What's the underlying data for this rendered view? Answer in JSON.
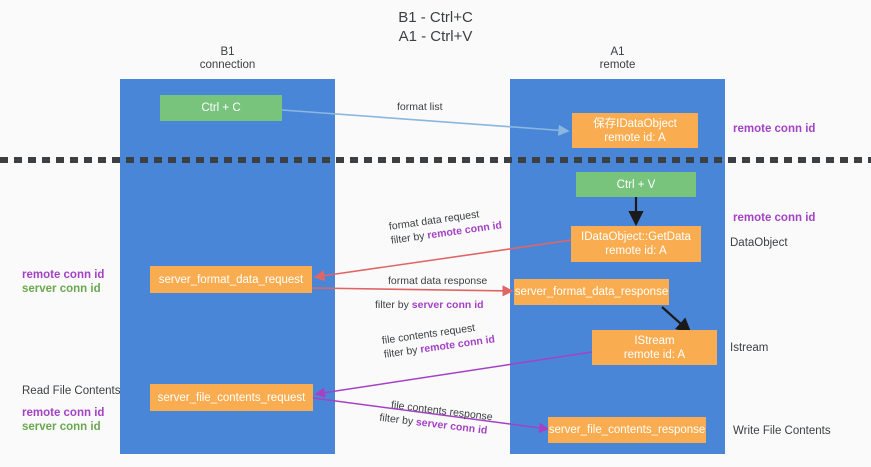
{
  "title": "B1 - Ctrl+C\nA1 - Ctrl+V",
  "columns": {
    "left": {
      "name": "B1",
      "role": "connection",
      "label": "B1\nconnection"
    },
    "right": {
      "name": "A1",
      "role": "remote",
      "label": "A1\nremote"
    }
  },
  "colors": {
    "lane": "#4a86d8",
    "node_green": "#78c47d",
    "node_orange": "#f9ad50",
    "accent_purple": "#a442c6",
    "accent_green": "#6aa84f",
    "arrow_lightblue": "#8ab6e0",
    "arrow_red": "#e06666",
    "arrow_purple": "#a442c6",
    "arrow_black": "#1a1a1a",
    "divider": "#3c4043"
  },
  "nodes": [
    {
      "id": "ctrl-c",
      "label": "Ctrl + C",
      "kind": "green"
    },
    {
      "id": "save-idataobject",
      "label": "保存IDataObject\nremote id: A",
      "kind": "orange"
    },
    {
      "id": "ctrl-v",
      "label": "Ctrl + V",
      "kind": "green"
    },
    {
      "id": "idataobject-getdata",
      "label": "IDataObject::GetData\nremote id: A",
      "kind": "orange"
    },
    {
      "id": "server-format-data-request",
      "label": "server_format_data_request",
      "kind": "orange"
    },
    {
      "id": "server-format-data-response",
      "label": "server_format_data_response",
      "kind": "orange"
    },
    {
      "id": "istream",
      "label": "IStream\nremote id: A",
      "kind": "orange"
    },
    {
      "id": "server-file-contents-request",
      "label": "server_file_contents_request",
      "kind": "orange"
    },
    {
      "id": "server-file-contents-response",
      "label": "server_file_contents_response",
      "kind": "orange"
    }
  ],
  "edge_labels": {
    "format_list": "format list",
    "format_data_request": "format data request",
    "format_data_request_filter_prefix": "filter by ",
    "format_data_request_filter_key": "remote conn id",
    "format_data_response": "format data response",
    "format_data_response_filter_prefix": "filter by ",
    "format_data_response_filter_key": "server conn id",
    "file_contents_request": "file contents request",
    "file_contents_request_filter_prefix": "filter by ",
    "file_contents_request_filter_key": "remote conn id",
    "file_contents_response": "file contents response",
    "file_contents_response_filter_prefix": "filter by ",
    "file_contents_response_filter_key": "server conn id"
  },
  "right_annotations": [
    {
      "id": "remote-conn-id-top",
      "text": "remote conn id",
      "style": "purple-bold"
    },
    {
      "id": "remote-conn-id-mid",
      "text": "remote conn id",
      "style": "purple-bold"
    },
    {
      "id": "dataobject",
      "text": "DataObject",
      "style": "plain"
    },
    {
      "id": "istream-label",
      "text": "Istream",
      "style": "plain"
    },
    {
      "id": "write-file-contents",
      "text": "Write File Contents",
      "style": "plain"
    }
  ],
  "left_annotations": {
    "group_top": {
      "remote": "remote conn id",
      "server": "server conn id"
    },
    "group_bottom": {
      "heading": "Read File Contents",
      "remote": "remote conn id",
      "server": "server conn id"
    }
  }
}
